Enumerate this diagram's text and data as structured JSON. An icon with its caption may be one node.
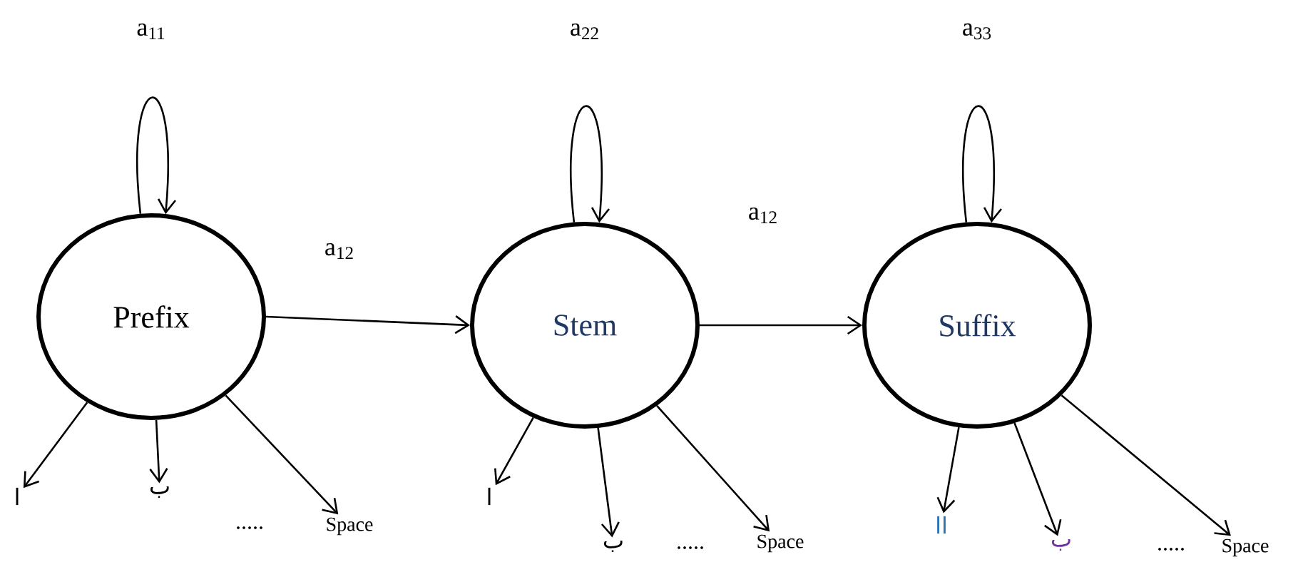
{
  "diagram": {
    "nodes": [
      {
        "text": [
          "Prefix"
        ]
      },
      {
        "text": [
          "Stem"
        ]
      },
      {
        "text": [
          "Suffix"
        ]
      },
      {
        "text": [
          "ا"
        ]
      },
      {
        "text": [
          "ب"
        ]
      },
      {
        "text": [
          "Space"
        ]
      },
      {
        "text": [
          "ا"
        ]
      },
      {
        "text": [
          "ب"
        ]
      },
      {
        "text": [
          "Space"
        ]
      },
      {
        "text": [
          "اا"
        ]
      },
      {
        "text": [
          "ب"
        ]
      },
      {
        "text": [
          "Space"
        ]
      }
    ],
    "edges": [
      {
        "from": 0,
        "to": 0,
        "arrow": "to",
        "label": "a$_{11}$"
      },
      {
        "from": 1,
        "to": 1,
        "arrow": "to",
        "label": "a$_{22}$"
      },
      {
        "from": 2,
        "to": 2,
        "arrow": "to",
        "label": "a$_{33}$"
      },
      {
        "from": 0,
        "to": 1,
        "arrow": "to",
        "label": "a$_{12}$"
      },
      {
        "from": 1,
        "to": 2,
        "arrow": "to",
        "label": "a$_{12}$"
      },
      {
        "from": 0,
        "to": 3,
        "arrow": "to"
      },
      {
        "from": 0,
        "to": 4,
        "arrow": "to"
      },
      {
        "from": 0,
        "to": 5,
        "arrow": "to"
      },
      {
        "from": 1,
        "to": 6,
        "arrow": "to"
      },
      {
        "from": 1,
        "to": 7,
        "arrow": "to"
      },
      {
        "from": 1,
        "to": 8,
        "arrow": "to"
      },
      {
        "from": 2,
        "to": 9,
        "arrow": "to"
      },
      {
        "from": 2,
        "to": 10,
        "arrow": "to"
      },
      {
        "from": 2,
        "to": 11,
        "arrow": "to"
      }
    ],
    "labels": [
      ".....",
      ".....",
      "....."
    ]
  }
}
